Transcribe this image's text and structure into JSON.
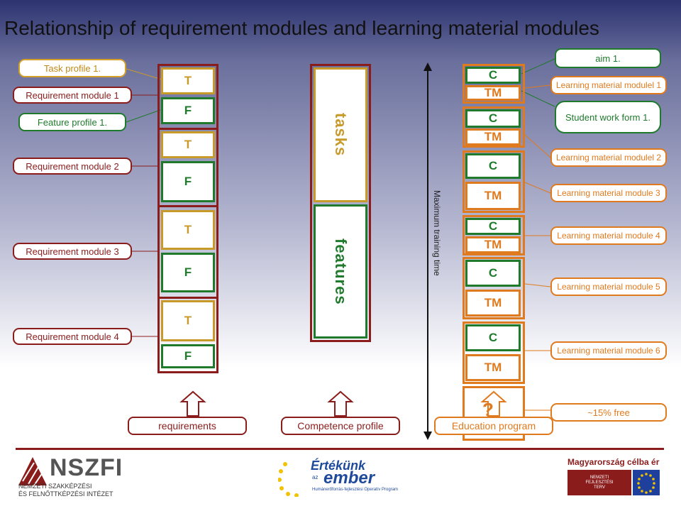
{
  "title": "Relationship of requirement modules and learning material modules",
  "left_callouts": [
    {
      "label": "Task profile 1.",
      "style": "gold"
    },
    {
      "label": "Requirement module 1",
      "style": "red"
    },
    {
      "label": "Feature profile 1.",
      "style": "green"
    },
    {
      "label": "Requirement module 2",
      "style": "red"
    },
    {
      "label": "Requirement module 3",
      "style": "red"
    },
    {
      "label": "Requirement module 4",
      "style": "red"
    }
  ],
  "req_boxes": [
    "T",
    "F",
    "T",
    "F",
    "T",
    "F",
    "T",
    "F"
  ],
  "competence": {
    "tasks": "tasks",
    "features": "features"
  },
  "axis_label": "Maximum training time",
  "edu_boxes": [
    "C",
    "TM",
    "C",
    "TM",
    "C",
    "TM",
    "C",
    "TM",
    "C",
    "TM",
    "C",
    "TM"
  ],
  "question": "?",
  "right_callouts": [
    {
      "label": "aim 1.",
      "style": "green"
    },
    {
      "label": "Learning material modulel 1",
      "style": "orange"
    },
    {
      "label": "Student work form 1.",
      "style": "green"
    },
    {
      "label": "Learning material modulel 2",
      "style": "orange"
    },
    {
      "label": "Learning material module 3",
      "style": "orange"
    },
    {
      "label": "Learning material module 4",
      "style": "orange"
    },
    {
      "label": "Learning material module 5",
      "style": "orange"
    },
    {
      "label": "Learning material module 6",
      "style": "orange"
    },
    {
      "label": "~15% free",
      "style": "orange"
    }
  ],
  "bottom_labels": {
    "requirements": "requirements",
    "competence": "Competence profile",
    "education": "Education program"
  },
  "footer": {
    "nszfi_name": "NSZFI",
    "nszfi_sub1": "NEMZETI SZAKKÉPZÉSI",
    "nszfi_sub2": "ÉS FELNŐTTKÉPZÉSI INTÉZET",
    "ertek_title": "Értékünk",
    "ertek_az": "az",
    "ertek_ember": "ember",
    "ertek_sub": "Humánerőforrás-fejlesztési Operatív Program",
    "hu_slogan": "Magyarország célba ér",
    "nft_text": "NEMZETI FEJLESZTÉSI TERV"
  },
  "colors": {
    "red": "#8b1c1c",
    "orange": "#e07a1e",
    "green": "#1f7a2c",
    "gold": "#c89a2a"
  }
}
